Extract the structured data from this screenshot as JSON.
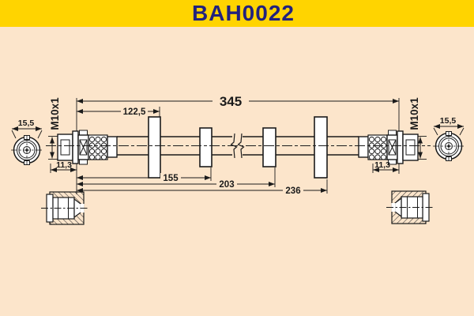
{
  "title": "BAH0022",
  "colors": {
    "header_bg": "#ffd400",
    "title_color": "#22227d",
    "canvas_bg": "#fce5cb",
    "line_color": "#1b1b1b"
  },
  "dimensions": {
    "overall_length": "345",
    "length_to_clip1": "122,5",
    "length_to_clip2": "155",
    "length_to_clip3": "203",
    "length_to_clip4": "236",
    "end_diameter_left": "15,5",
    "end_diameter_right": "15,5",
    "fitting_length_left": "11,3",
    "fitting_length_right": "11,3",
    "thread_left": "M10x1",
    "thread_right": "M10x1"
  }
}
